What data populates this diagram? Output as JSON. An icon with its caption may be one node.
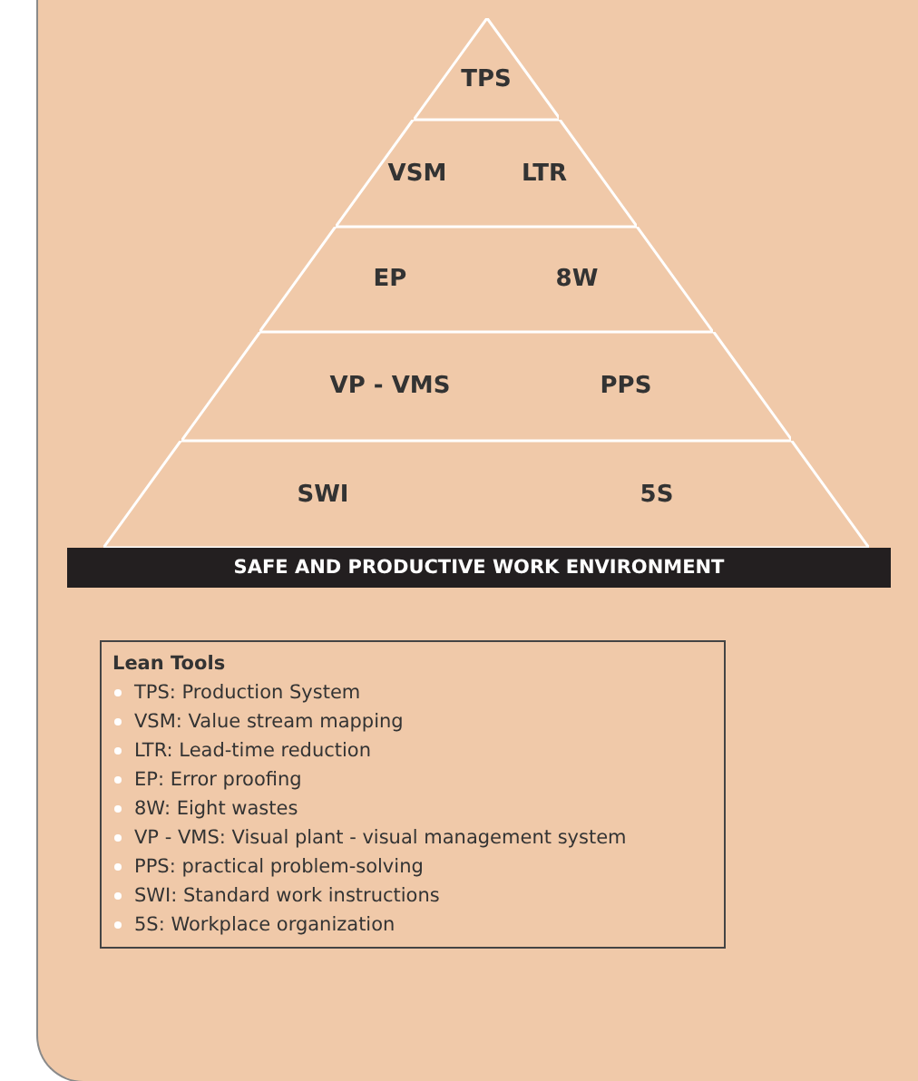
{
  "diagram": {
    "nodes": [
      {
        "text": [
          "TPS"
        ]
      },
      {
        "text": [
          "VSM",
          "LTR"
        ]
      },
      {
        "text": [
          "EP",
          "8W"
        ]
      },
      {
        "text": [
          "VP - VMS",
          "PPS"
        ]
      },
      {
        "text": [
          "SWI",
          "5S"
        ]
      },
      {
        "text": [
          "SAFE AND PRODUCTIVE WORK ENVIRONMENT"
        ]
      },
      {
        "text": [
          "Lean Tools",
          "TPS: Production System",
          "VSM: Value stream mapping",
          "LTR: Lead-time reduction",
          "EP: Error proofing",
          "8W: Eight wastes",
          "VP - VMS: Visual plant - visual management system",
          "PPS: practical problem-solving",
          "SWI: Standard work instructions",
          "5S: Workplace organization"
        ]
      }
    ]
  }
}
